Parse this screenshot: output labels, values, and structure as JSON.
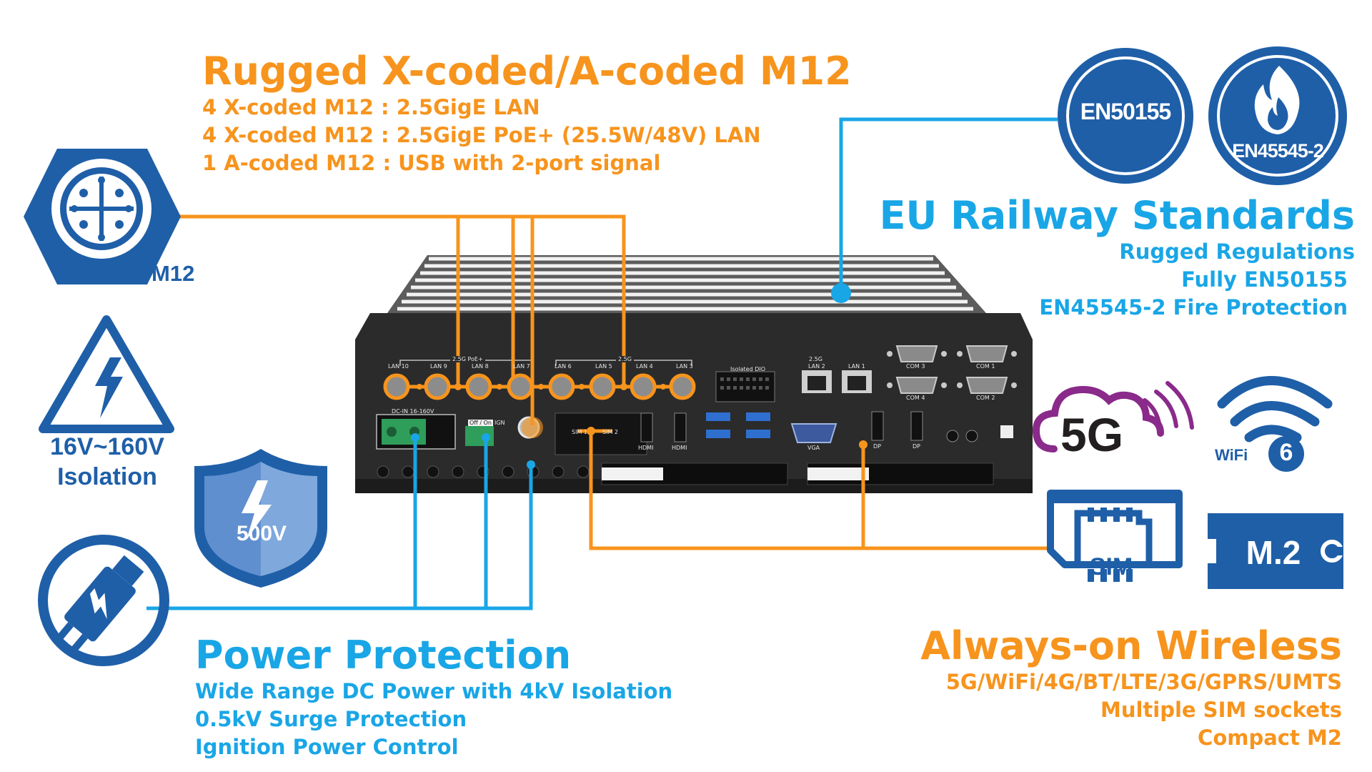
{
  "m12": {
    "title": "Rugged X-coded/A-coded M12",
    "lines": [
      "4 X-coded M12 : 2.5GigE LAN",
      "4 X-coded M12 : 2.5GigE PoE+ (25.5W/48V) LAN",
      "1 A-coded M12 : USB with 2-port signal"
    ],
    "icon_label": "M12"
  },
  "railway": {
    "title": "EU Railway Standards",
    "lines": [
      "Rugged Regulations",
      "Fully EN50155",
      "EN45545-2 Fire Protection"
    ],
    "badge1": "EN50155",
    "badge2": "EN45545-2"
  },
  "isolation": {
    "line1": "16V~160V",
    "line2": "Isolation"
  },
  "surge": {
    "label": "500V"
  },
  "power": {
    "title": "Power Protection",
    "lines": [
      "Wide Range DC Power with 4kV Isolation",
      "0.5kV Surge Protection",
      "Ignition Power Control"
    ]
  },
  "wireless": {
    "title": "Always-on Wireless",
    "lines": [
      "5G/WiFi/4G/BT/LTE/3G/GPRS/UMTS",
      "Multiple SIM sockets",
      "Compact M2"
    ],
    "icon_5g": "5G",
    "icon_wifi": "WiFi",
    "icon_wifi_num": "6",
    "icon_sim": "SIM",
    "icon_m2": "M.2"
  },
  "device": {
    "group_poe": "2.5G PoE+",
    "group_lan": "2.5G",
    "lan_labels": [
      "LAN 10",
      "LAN 9",
      "LAN 8",
      "LAN 7",
      "LAN 6",
      "LAN 5",
      "LAN 4",
      "LAN 3"
    ],
    "dio": "Isolated DIO",
    "lan_2_5g": "2.5G",
    "lan2": "LAN 2",
    "lan1": "LAN 1",
    "com": [
      "COM 3",
      "COM 1",
      "COM 4",
      "COM 2"
    ],
    "dcin": "DC-IN 16-160V",
    "offon": "Off / On",
    "ign": "IGN",
    "sim1": "SIM 1",
    "sim2": "SIM 2",
    "hdmi1": "HDMI",
    "hdmi2": "HDMI",
    "vga": "VGA",
    "dp1": "DP",
    "dp2": "DP"
  },
  "colors": {
    "orange": "#f7941d",
    "blue": "#19a6e6",
    "navy": "#1f5fa8",
    "purple": "#8a2a8a"
  }
}
